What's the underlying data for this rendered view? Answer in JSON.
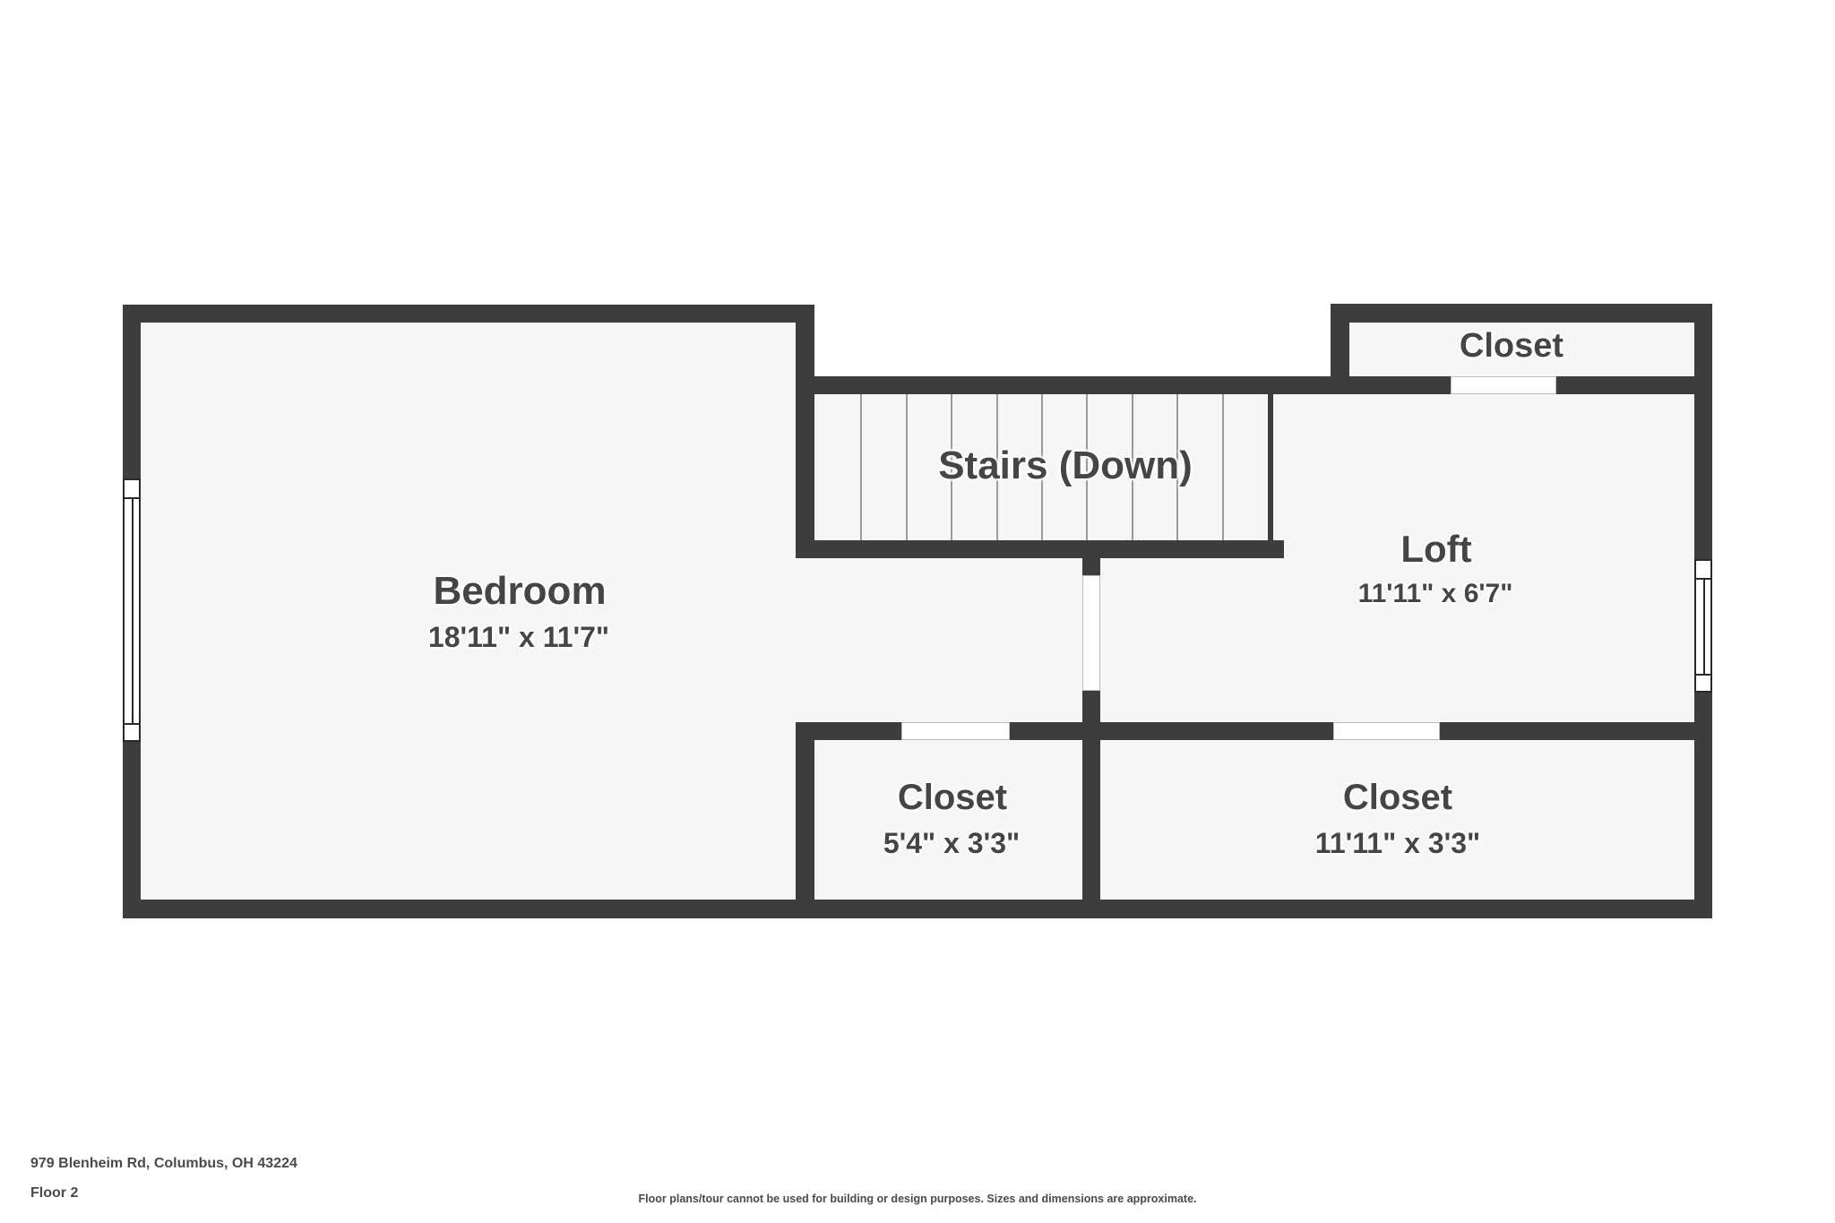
{
  "plan": {
    "floor_label": "Floor 2",
    "address": "979 Blenheim Rd, Columbus, OH 43224",
    "disclaimer": "Floor plans/tour cannot be used for building or design purposes. Sizes and dimensions are approximate.",
    "colors": {
      "wall": "#3d3d3d",
      "floor": "#f6f6f6",
      "text": "#454545",
      "background": "#ffffff"
    }
  },
  "rooms": {
    "bedroom": {
      "name": "Bedroom",
      "dims": "18'11\" x 11'7\""
    },
    "stairs": {
      "name": "Stairs (Down)"
    },
    "loft": {
      "name": "Loft",
      "dims": "11'11\" x 6'7\""
    },
    "closet_top": {
      "name": "Closet"
    },
    "closet_small": {
      "name": "Closet",
      "dims": "5'4\" x 3'3\""
    },
    "closet_large": {
      "name": "Closet",
      "dims": "11'11\" x 3'3\""
    }
  }
}
